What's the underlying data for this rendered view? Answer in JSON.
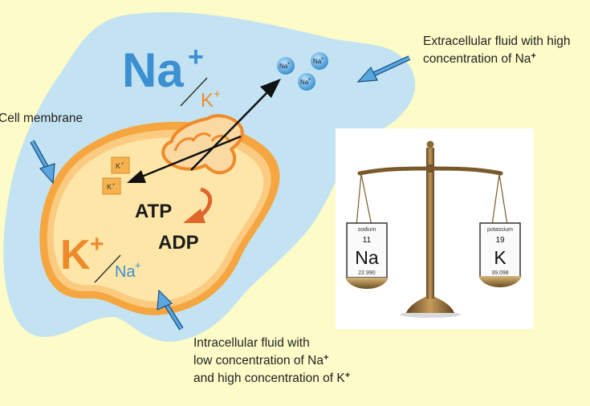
{
  "extracellular": {
    "big_ion": "Na",
    "big_ion_charge": "+",
    "small_ion": "K",
    "small_ion_charge": "+"
  },
  "intracellular": {
    "big_ion": "K",
    "big_ion_charge": "+",
    "small_ion": "Na",
    "small_ion_charge": "+"
  },
  "molecule_labels": {
    "atp": "ATP",
    "adp": "ADP"
  },
  "particles": {
    "sodium": "Na",
    "sodium_charge": "+",
    "potassium": "K",
    "potassium_charge": "+"
  },
  "labels": {
    "extracellular_line1": "Extracellular fluid with high",
    "extracellular_line2_prefix": "concentration of Na",
    "extracellular_line2_sup": "+",
    "membrane": "Cell membrane",
    "intracellular_line1": "Intracellular fluid with",
    "intracellular_line2_prefix": "low concentration of Na",
    "intracellular_line2_sup": "+",
    "intracellular_line3_prefix": "and high concentration of K",
    "intracellular_line3_sup": "+"
  },
  "scale": {
    "left_card": {
      "name": "sodium",
      "number": "11",
      "symbol": "Na",
      "mass": "22.990"
    },
    "right_card": {
      "name": "potassium",
      "number": "19",
      "symbol": "K",
      "mass": "39.098"
    }
  },
  "colors": {
    "background": "#fdfbc8",
    "extracellular_fluid": "#c3e3f2",
    "cell_membrane": "#f5a640",
    "cytoplasm": "#fde6a8",
    "sodium_blue": "#3c8fd0",
    "potassium_orange": "#ef8a2c",
    "pointer_blue": "#5aa7e0",
    "scale_bronze": "#8a6a3a"
  }
}
